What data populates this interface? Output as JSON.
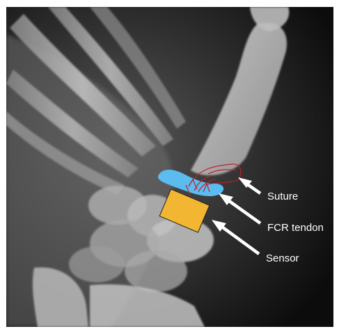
{
  "figure": {
    "labels": {
      "suture": "Suture",
      "fcr_tendon": "FCR tendon",
      "sensor": "Sensor"
    },
    "colors": {
      "background": "#000000",
      "frame": "#ffffff",
      "tendon": "#5bbcf0",
      "sensor_fill": "#f2b632",
      "sensor_stroke": "#222222",
      "suture": "#c0202a",
      "arrow": "#ffffff",
      "label_text": "#ffffff"
    }
  }
}
